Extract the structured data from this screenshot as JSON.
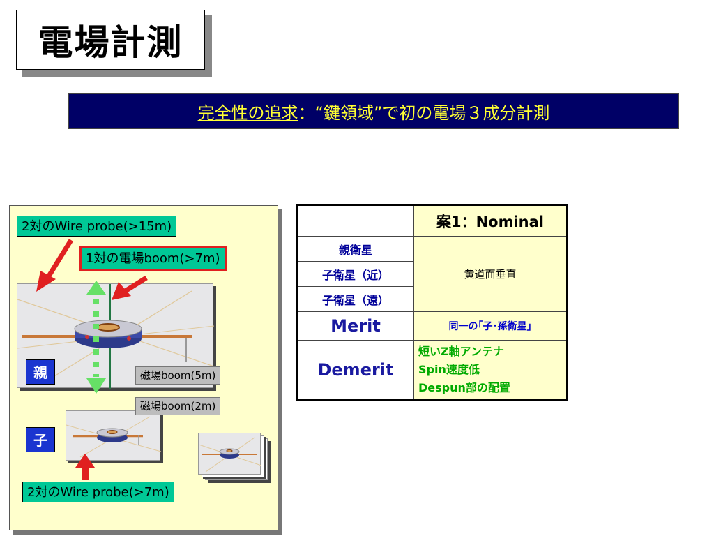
{
  "title": "電場計測",
  "subtitle": {
    "underlined": "完全性の追求",
    "rest": "：“鍵領域”で初の電場３成分計測"
  },
  "left_panel": {
    "wire_probe_parent": "2対のWire probe(>15m)",
    "efield_boom": "1対の電場boom(>7m)",
    "mag_boom_parent": "磁場boom(5m)",
    "mag_boom_child": "磁場boom(2m)",
    "parent_label": "親",
    "child_label": "子",
    "wire_probe_child": "2対のWire probe(>7m)"
  },
  "table": {
    "plan_header": "案1：Nominal",
    "rows": [
      "親衛星",
      "子衛星（近）",
      "子衛星（遠）"
    ],
    "orientation": "黄道面垂直",
    "merit_label": "Merit",
    "merit_value": "同一の｢子･孫衛星｣",
    "demerit_label": "Demerit",
    "demerit_lines": [
      "短いZ軸アンテナ",
      "Spin速度低",
      "Despun部の配置"
    ]
  },
  "colors": {
    "subtitle_bg": "#000066",
    "subtitle_text": "#ffff33",
    "panel_bg": "#ffffcc",
    "tag_green": "#00c896",
    "arrow_red": "#e02020",
    "arrow_green": "#66e066",
    "label_blue": "#1a35d0"
  }
}
